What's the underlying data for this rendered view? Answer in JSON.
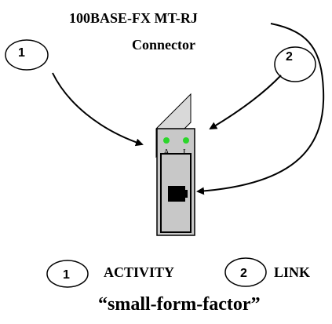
{
  "diagram": {
    "title_line1": "100BASE-FX  MT-RJ",
    "title_line2": "Connector",
    "callout_1": "1",
    "callout_2": "2",
    "led_a_label": "A",
    "led_l_label": "L",
    "legend": {
      "item1_number": "1",
      "item1_label": "ACTIVITY",
      "item2_number": "2",
      "item2_label": "LINK"
    },
    "caption": "“small-form-factor”"
  },
  "colors": {
    "module_face": "#c8c8c8",
    "module_side": "#d9d9d9",
    "led": "#2bd62b",
    "line": "#000000"
  }
}
